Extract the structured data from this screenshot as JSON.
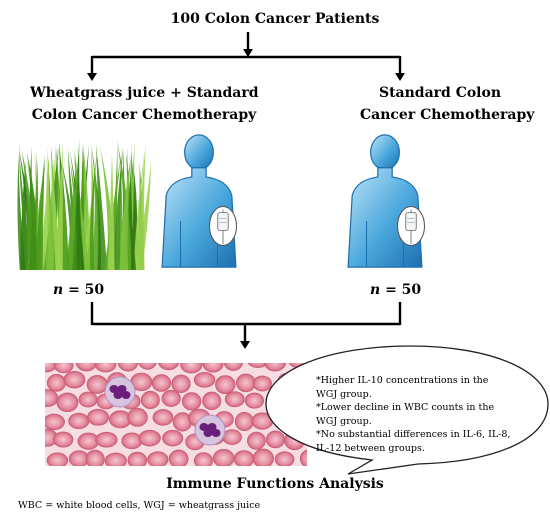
{
  "title": "100 Colon Cancer Patients",
  "arms": [
    {
      "label_line1": "Wheatgrass juice + Standard",
      "label_line2": "Colon Cancer Chemotherapy",
      "n_symbol": "n",
      "n_value": "= 50"
    },
    {
      "label_line1": "Standard Colon",
      "label_line2": "Cancer Chemotherapy",
      "n_symbol": "n",
      "n_value": "= 50"
    }
  ],
  "findings": [
    "*Higher IL-10 concentrations in the WGJ group.",
    "*Lower decline in WBC counts in the WGJ group.",
    "*No substantial differences in IL-6, IL-8, IL-12  between groups."
  ],
  "analysis_label": "Immune Functions Analysis",
  "footnote": "WBC = white blood cells, WGJ = wheatgrass juice",
  "colors": {
    "grass": "#4c9a1c",
    "body": "#2b8ed0",
    "rbc": "#d9748a",
    "wbc": "#7a2a86"
  }
}
